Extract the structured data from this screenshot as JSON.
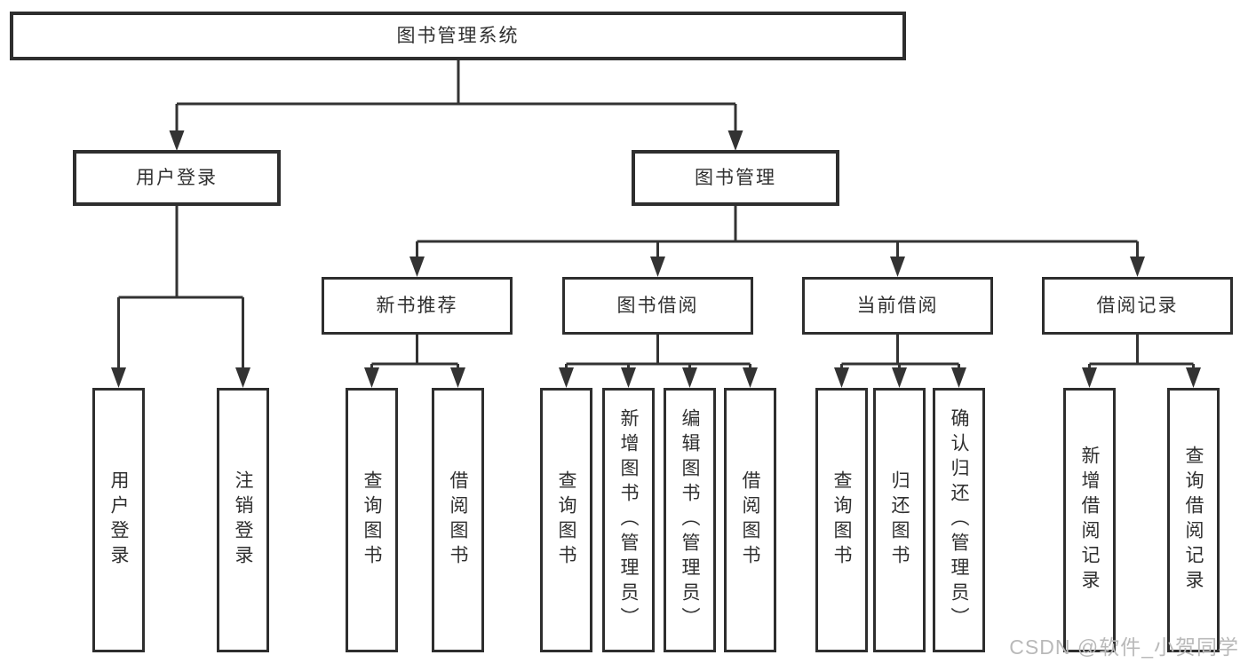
{
  "colors": {
    "line": "#333333",
    "border": "#2e2e2e",
    "text": "#303030",
    "background": "#ffffff",
    "watermark": "#b9b9b9"
  },
  "tree": {
    "label": "图书管理系统",
    "children": [
      {
        "label": "用户登录",
        "children": [
          {
            "label": "用户登录"
          },
          {
            "label": "注销登录"
          }
        ]
      },
      {
        "label": "图书管理",
        "children": [
          {
            "label": "新书推荐",
            "children": [
              {
                "label": "查询图书"
              },
              {
                "label": "借阅图书"
              }
            ]
          },
          {
            "label": "图书借阅",
            "children": [
              {
                "label": "查询图书"
              },
              {
                "label": "新增图书（管理员）"
              },
              {
                "label": "编辑图书（管理员）"
              },
              {
                "label": "借阅图书"
              }
            ]
          },
          {
            "label": "当前借阅",
            "children": [
              {
                "label": "查询图书"
              },
              {
                "label": "归还图书"
              },
              {
                "label": "确认归还（管理员）"
              }
            ]
          },
          {
            "label": "借阅记录",
            "children": [
              {
                "label": "新增借阅记录"
              },
              {
                "label": "查询借阅记录"
              }
            ]
          }
        ]
      }
    ]
  },
  "watermark": "CSDN @软件_小贺同学"
}
